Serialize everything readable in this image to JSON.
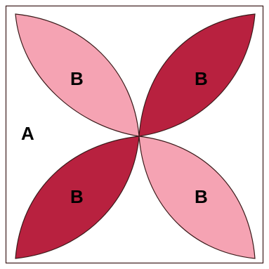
{
  "diagram": {
    "block_label": "A",
    "petals": [
      {
        "name": "petal-top-left",
        "label": "B",
        "color": "#f5a3b3"
      },
      {
        "name": "petal-top-right",
        "label": "B",
        "color": "#b8213f"
      },
      {
        "name": "petal-bottom-left",
        "label": "B",
        "color": "#b8213f"
      },
      {
        "name": "petal-bottom-right",
        "label": "B",
        "color": "#f5a3b3"
      }
    ],
    "colors": {
      "light_pink": "#f5a3b3",
      "dark_red": "#b8213f",
      "outline": "#3a1a1a",
      "background": "#ffffff"
    }
  }
}
